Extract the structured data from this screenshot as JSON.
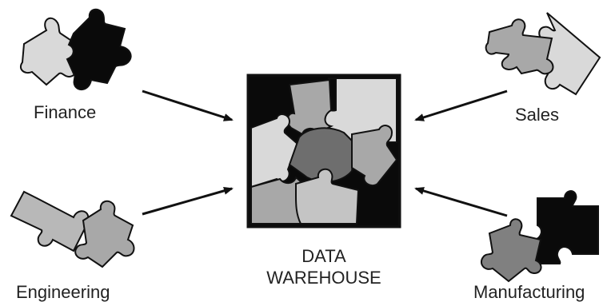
{
  "sources": [
    {
      "id": "finance",
      "label": "Finance"
    },
    {
      "id": "sales",
      "label": "Sales"
    },
    {
      "id": "engineering",
      "label": "Engineering"
    },
    {
      "id": "manufacturing",
      "label": "Manufacturing"
    }
  ],
  "target": {
    "line1": "DATA",
    "line2": "WAREHOUSE"
  },
  "colors": {
    "outline": "#111111",
    "light": "#d9d9d9",
    "mid": "#a8a8a8",
    "dark": "#7a7a7a",
    "black": "#0a0a0a",
    "text": "#222222"
  }
}
